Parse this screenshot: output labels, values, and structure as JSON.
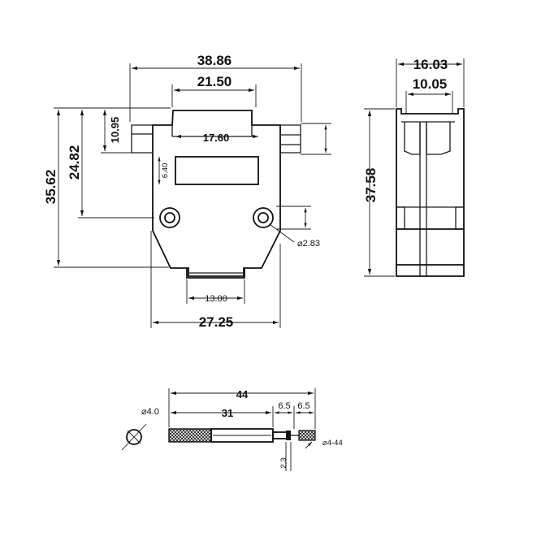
{
  "front_view": {
    "overall_width": "38.86",
    "inner_width": "21.50",
    "window_width": "17.60",
    "window_height": "6.40",
    "ear_height": "10.95",
    "mid_height": "24.82",
    "total_height": "35.62",
    "hole_diameter": "⌀2.83",
    "bottom_width": "13.00",
    "body_width": "27.25"
  },
  "side_view": {
    "overall_width": "16.03",
    "inner_width": "10.05",
    "height": "37.58"
  },
  "screw": {
    "head_diameter": "⌀4.0",
    "total_length": "44",
    "shaft_length": "31",
    "seg_a": "6.5",
    "seg_b": "6.5",
    "small_diameter": "2.3",
    "thread": "⌀4-44"
  }
}
